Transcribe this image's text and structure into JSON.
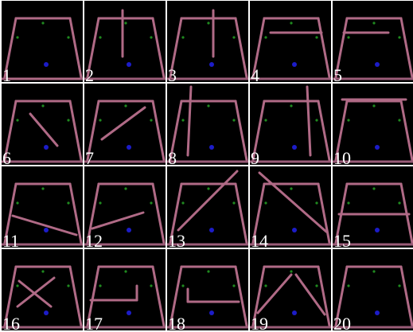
{
  "colors": {
    "background": "#000000",
    "frame": "#b06a86",
    "frame_dark": "#7a3f58",
    "floor": "#9a5c78",
    "green_dot": "#1f8a1f",
    "blue_dot": "#1c1cc8",
    "label": "#ffffff",
    "grid_lines": "#ffffff"
  },
  "panels": [
    {
      "number": "1"
    },
    {
      "number": "2"
    },
    {
      "number": "3"
    },
    {
      "number": "4"
    },
    {
      "number": "5"
    },
    {
      "number": "6"
    },
    {
      "number": "7"
    },
    {
      "number": "8"
    },
    {
      "number": "9"
    },
    {
      "number": "10"
    },
    {
      "number": "11"
    },
    {
      "number": "12"
    },
    {
      "number": "13"
    },
    {
      "number": "14"
    },
    {
      "number": "15"
    },
    {
      "number": "16"
    },
    {
      "number": "17"
    },
    {
      "number": "18"
    },
    {
      "number": "19"
    },
    {
      "number": "20"
    }
  ]
}
